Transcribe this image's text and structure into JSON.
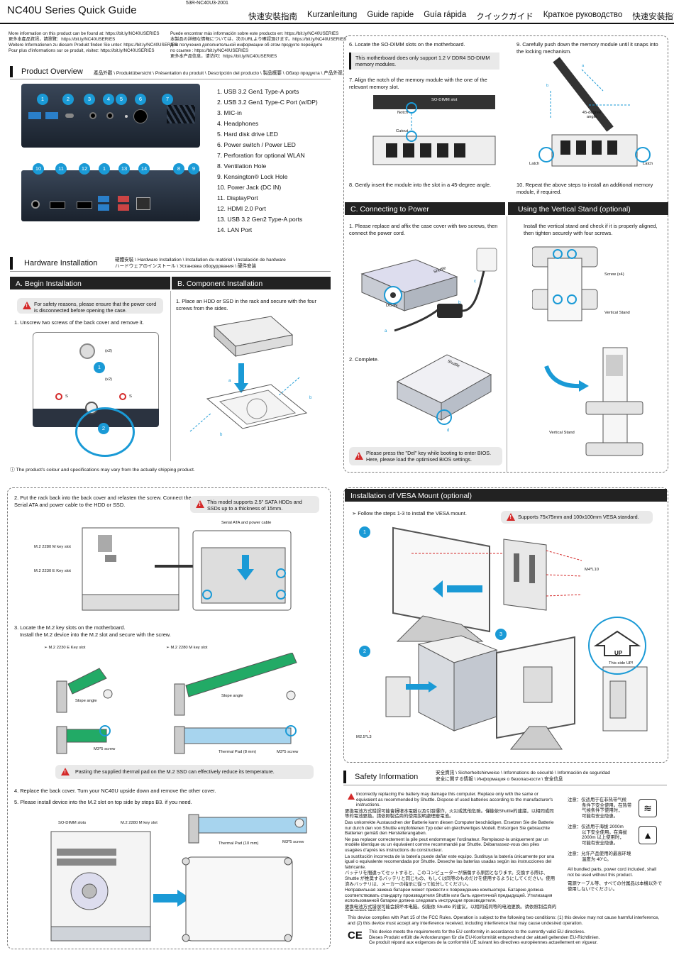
{
  "header": {
    "title": "NC40U Series Quick Guide",
    "doc_number": "53R-NC40U3-2001",
    "languages": [
      "快速安裝指南",
      "Kurzanleitung",
      "Guide rapide",
      "Guía rápida",
      "クイックガイド",
      "Краткое руководство",
      "快速安装指南"
    ]
  },
  "info": {
    "left": [
      "More information on this product can be found at: https://bit.ly/NC40USERIES",
      "更多本產品資訊，請瀏覽：https://bit.ly/NC40USERIES",
      "Weitere Informationen zu diesem Produkt finden Sie unter: https://bit.ly/NC40USERIES",
      "Pour plus d'informations sur ce produit, visitez: https://bit.ly/NC40USERIES"
    ],
    "right": [
      "Puede encontrar más información sobre este producto en: https://bit.ly/NC40USERIES",
      "本製品の詳細な情報については、次のURLより確認頂けます。https://bit.ly/NC40USERIES",
      "Для получения дополнительной информации об этом продукте перейдите",
      "по ссылке : https://bit.ly/NC40USERIES",
      "更多本产品信息，请访问：https://bit.ly/NC40USERIES"
    ]
  },
  "overview": {
    "title": "Product Overview",
    "subtitle": "產品外觀 \\ Produktübersicht \\ Présentation du produit \\ Descripción del producto \\ 製品概要 \\ Обзор продукта \\ 产品外观",
    "front_callouts": [
      "1",
      "2",
      "3",
      "4",
      "5",
      "6",
      "7"
    ],
    "back_callouts": [
      "10",
      "11",
      "12",
      "1",
      "13",
      "14",
      "8",
      "9"
    ],
    "ports": [
      "1. USB 3.2 Gen1 Type-A ports",
      "2. USB 3.2 Gen1 Type-C Port (w/DP)",
      "3. MIC-in",
      "4. Headphones",
      "5. Hard disk drive LED",
      "6. Power switch / Power LED",
      "7. Perforation for optional WLAN",
      "8. Ventilation Hole",
      "9. Kensington® Lock Hole",
      "10. Power Jack (DC IN)",
      "11. DisplayPort",
      "12. HDMI 2.0 Port",
      "13. USB 3.2 Gen2 Type-A ports",
      "14. LAN Port"
    ]
  },
  "hardware": {
    "title": "Hardware Installation",
    "subtitle1": "硬體安裝 \\ Hardware Installation \\ Installation du matériel \\ Instalación de hardware",
    "subtitle2": "ハードウェアのインストール \\ Установка оборудования \\ 硬件安装",
    "sec_a": "A. Begin Installation",
    "sec_b": "B. Component Installation",
    "warn_power": "For safety reasons, please ensure that the power cord is disconnected before opening the case.",
    "step_a1": "1. Unscrew two screws of the back cover and remove it.",
    "step_b1": "1. Place an HDD or SSD in the rack and secure with the four screws from the sides.",
    "x2_top": "(x2)",
    "x2_bottom": "(x2)",
    "s_left": "S",
    "s_right": "S",
    "disclaimer": "The product's colour and specifications may vary from the actually shipping product."
  },
  "memory": {
    "step6": "6. Locate the SO-DIMM slots on the motherboard.",
    "note_ddr4": "This motherboard does only support 1.2 V DDR4 SO-DIMM memory modules.",
    "step7": "7. Align the notch of the memory module with the one of the relevant memory slot.",
    "step8": "8. Gently insert the module into the slot in a 45-degree angle.",
    "step9": "9. Carefully push down the memory module until it snaps into the locking mechanism.",
    "step10": "10. Repeat the above steps to install an additional memory module, if required.",
    "lbl_slot": "SO-DIMM slot",
    "lbl_notch": "Notch",
    "lbl_cutout": "Cutout",
    "lbl_angle": "45-degree angle",
    "lbl_latch": "Latch",
    "lbl_a": "a",
    "lbl_b": "b"
  },
  "power": {
    "title": "C. Connecting to Power",
    "step1": "1. Please replace and affix the case cover with two screws, then connect the power cord.",
    "step2": "2. Complete.",
    "dc_in": "DC-IN",
    "warn_bios": "Please press the \"Del\" key while booting to enter BIOS. Here, please load the optimised BIOS settings.",
    "brand": "Shuttle"
  },
  "stand": {
    "title": "Using the Vertical Stand (optional)",
    "text": "Install the vertical stand and check if it is properly aligned, then tighten securely with four screws.",
    "lbl_screw": "Screw (x4)",
    "lbl_stand": "Vertical Stand",
    "lbl_stand2": "Vertical Stand"
  },
  "hdd": {
    "step2": "2. Put the rack back into the back cover and refasten the screw. Connect the Serial ATA and power cable to the HDD or SSD.",
    "warn_hdd": "This model supports 2.5\" SATA HDDs and SSDs up to a thickness of 15mm.",
    "lbl_cable": "Serial ATA and power cable",
    "lbl_m_slot": "M.2 2280 M key slot",
    "lbl_e_slot": "M.2 2230 E Key slot",
    "step3": "3. Locate the M.2 key slots on the motherboard.",
    "step3b": "Install the M.2 device into the M.2 slot and secure with the screw.",
    "lbl_e_head": "➢ M.2 2230 E Key slot",
    "lbl_m_head": "➢ M.2 2280 M key slot",
    "lbl_slope1": "Slope angle",
    "lbl_slope2": "Slope angle",
    "lbl_screw1": "M3*5 screw",
    "lbl_screw2": "M3*5 screw",
    "lbl_pad8": "Thermal Pad (8 mm)",
    "warn_pad": "Pasting the supplied thermal pad on the M.2 SSD can effectively reduce its temperature.",
    "step4": "4. Replace the back cover. Turn your NC40U upside down and remove the other cover.",
    "step5": "5. Please install device into the M.2 slot on top side by steps B3. if you need.",
    "lbl_sodimm": "SO-DIMM slots",
    "lbl_m_slot2": "M.2 2280 M key slot",
    "lbl_pad10": "Thermal Pad (10 mm)",
    "lbl_screw3": "M3*5 screw"
  },
  "vesa": {
    "title": "Installation of VESA Mount (optional)",
    "step": "➢ Follow the steps 1-3 to install the VESA mount.",
    "warn_vesa": "Supports 75x75mm and 100x100mm VESA standard.",
    "lbl_m4": "M4*L10",
    "lbl_m25": "M2.5*L3",
    "lbl_up": "UP",
    "lbl_side": "This side UP!",
    "steps": [
      "1",
      "2",
      "3"
    ]
  },
  "safety": {
    "title": "Safety Information",
    "subtitle1": "安全資訊 \\ Sicherheitshinweise \\ Informations de sécurité \\ Información de seguridad",
    "subtitle2": "安全に関する情報 \\ Информация о безопасности \\ 安全信息",
    "paragraphs": [
      "Incorrectly replacing the battery may damage this computer. Replace only with the same or equivalent as recommended by Shuttle. Dispose of used batteries according to the manufacturer's instructions.",
      "更換電池方式錯誤可能會損壞本電腦以及引發爆炸，火災或其他危險。僅能依Shuttle的建議，以相同或同等的電池更換。請依照製造商的使用說明處理廢電池。",
      "Das unkorrekte Austauschen der Batterie kann diesen Computer beschädigen. Ersetzen Sie die Batterie nur durch den von Shuttle empfohlenen Typ oder ein gleichwertiges Modell. Entsorgen Sie gebrauchte Batterien gemäß den Herstellerangaben.",
      "Ne pas replacer correctement la pile peut endommager l'ordinateur. Remplacez-la uniquement par un modèle identique ou un équivalent comme recommandé par Shuttle. Débarrassez-vous des piles usagées d'après les instructions du constructeur.",
      "La sustitución incorrecta de la batería puede dañar este equipo. Sustituya la batería únicamente por una igual o equivalente recomendada por Shuttle. Deseche las baterías usadas según las instrucciones del fabricante.",
      "バッテリを間違ってセットすると、このコンピューターが損傷する原因となります。交換する際は、Shuttle が推奨するバッテリと同じもの、もしくは同等のものだけを使用するようにしてください。使用済みバッテリは、メーカーの指示に従って処分してください。",
      "Неправильная замена батареи может привести к повреждению компьютера. Батарею должна соответствовать стандарту производителя Shuttle или быть идентичной предыдущей. Утилизация использованной батареи должна следовать инструкции производителя.",
      "更换电池方式错误可能会损坏本电脑。仅能依 Shuttle 的建议，以相同或同等的电池更换。请依照制造商的使用说明处理废电池。"
    ],
    "side_notes": [
      [
        "注意：仅适用于在非热带气候",
        "条件下安全使用。在热带",
        "气候条件下使用时，",
        "可能有安全隐患。"
      ],
      [
        "注意：仅适用于海拔 2000m",
        "以下安全使用。在海拔",
        "2000m 以上使用时，",
        "可能有安全隐患。"
      ],
      [
        "注意：允许产品使用的最高环境",
        "温度为 40°C。"
      ]
    ],
    "note_bundled": "All bundled parts, power cord included, shall not be used without this product.",
    "note_jp": "電源ケーブル等、すべての付属品は本機以外で使用しないでください。",
    "fcc": "This device complies with Part 15 of the FCC Rules. Operation is subject to the following two conditions: (1) this device may not cause harmful interference, and (2) this device must accept any interference received, including interference that may cause undesired operation.",
    "ce": [
      "This device meets the requirements for the EU conformity in accordance to the currently valid EU directives.",
      "Dieses Produkt erfüllt die Anforderungen für die EU-Konformität entsprechend der aktuell geltenden EU-Richtlinien.",
      "Ce produit répond aux exigences de la conformité UE suivant les directives européennes actuellement en vigueur."
    ],
    "ce_mark": "CE"
  }
}
